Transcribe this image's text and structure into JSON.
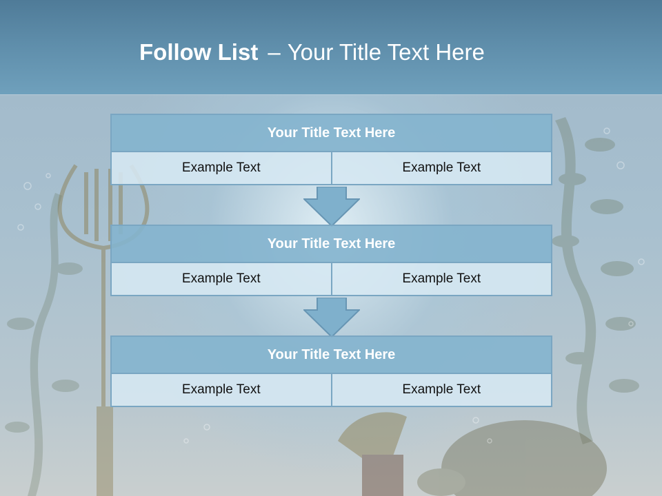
{
  "slide": {
    "title_bold": "Follow List",
    "title_separator": "–",
    "title_rest": "Your Title Text Here"
  },
  "blocks": [
    {
      "title": "Your Title Text Here",
      "left": "Example Text",
      "right": "Example Text"
    },
    {
      "title": "Your Title Text Here",
      "left": "Example Text",
      "right": "Example Text"
    },
    {
      "title": "Your Title Text Here",
      "left": "Example Text",
      "right": "Example Text"
    }
  ],
  "colors": {
    "header": "#5e8daa",
    "block_title": "#84b4ce",
    "cell": "#d6e8f2",
    "border": "#7aa6c2",
    "arrow": "#7fb0cc"
  },
  "icons": [
    "down-arrow-icon"
  ]
}
